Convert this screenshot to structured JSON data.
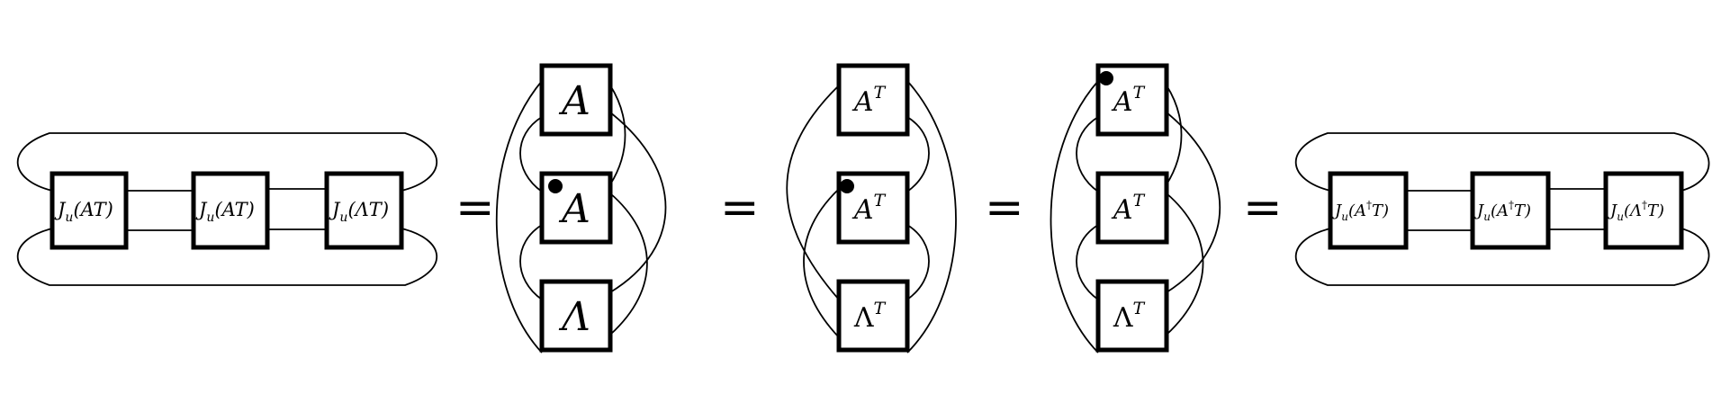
{
  "equals_sign": "=",
  "chain_left": {
    "boxes": [
      {
        "main": "J",
        "sub": "u",
        "arg": "(AT)"
      },
      {
        "main": "J",
        "sub": "u",
        "arg": "(AT)"
      },
      {
        "main": "J",
        "sub": "u",
        "arg": "(ΛT)"
      }
    ]
  },
  "stack_1": {
    "boxes": [
      {
        "base": "A",
        "sup": "",
        "dot": false
      },
      {
        "base": "A",
        "sup": "",
        "dot": true
      },
      {
        "base": "Λ",
        "sup": "",
        "dot": false
      }
    ]
  },
  "stack_2": {
    "boxes": [
      {
        "base": "A",
        "sup": "T",
        "dot": false
      },
      {
        "base": "A",
        "sup": "T",
        "dot": true
      },
      {
        "base": "Λ",
        "sup": "T",
        "dot": false
      }
    ]
  },
  "stack_3": {
    "boxes": [
      {
        "base": "A",
        "sup": "T",
        "dot": true
      },
      {
        "base": "A",
        "sup": "T",
        "dot": false
      },
      {
        "base": "Λ",
        "sup": "T",
        "dot": false
      }
    ]
  },
  "chain_right": {
    "boxes": [
      {
        "main": "J",
        "sub": "u",
        "arg": "(A",
        "dag": "†",
        "arg2": "T)"
      },
      {
        "main": "J",
        "sub": "u",
        "arg": "(A",
        "dag": "†",
        "arg2": "T)"
      },
      {
        "main": "J",
        "sub": "u",
        "arg": "(Λ",
        "dag": "†",
        "arg2": "T)"
      }
    ]
  }
}
